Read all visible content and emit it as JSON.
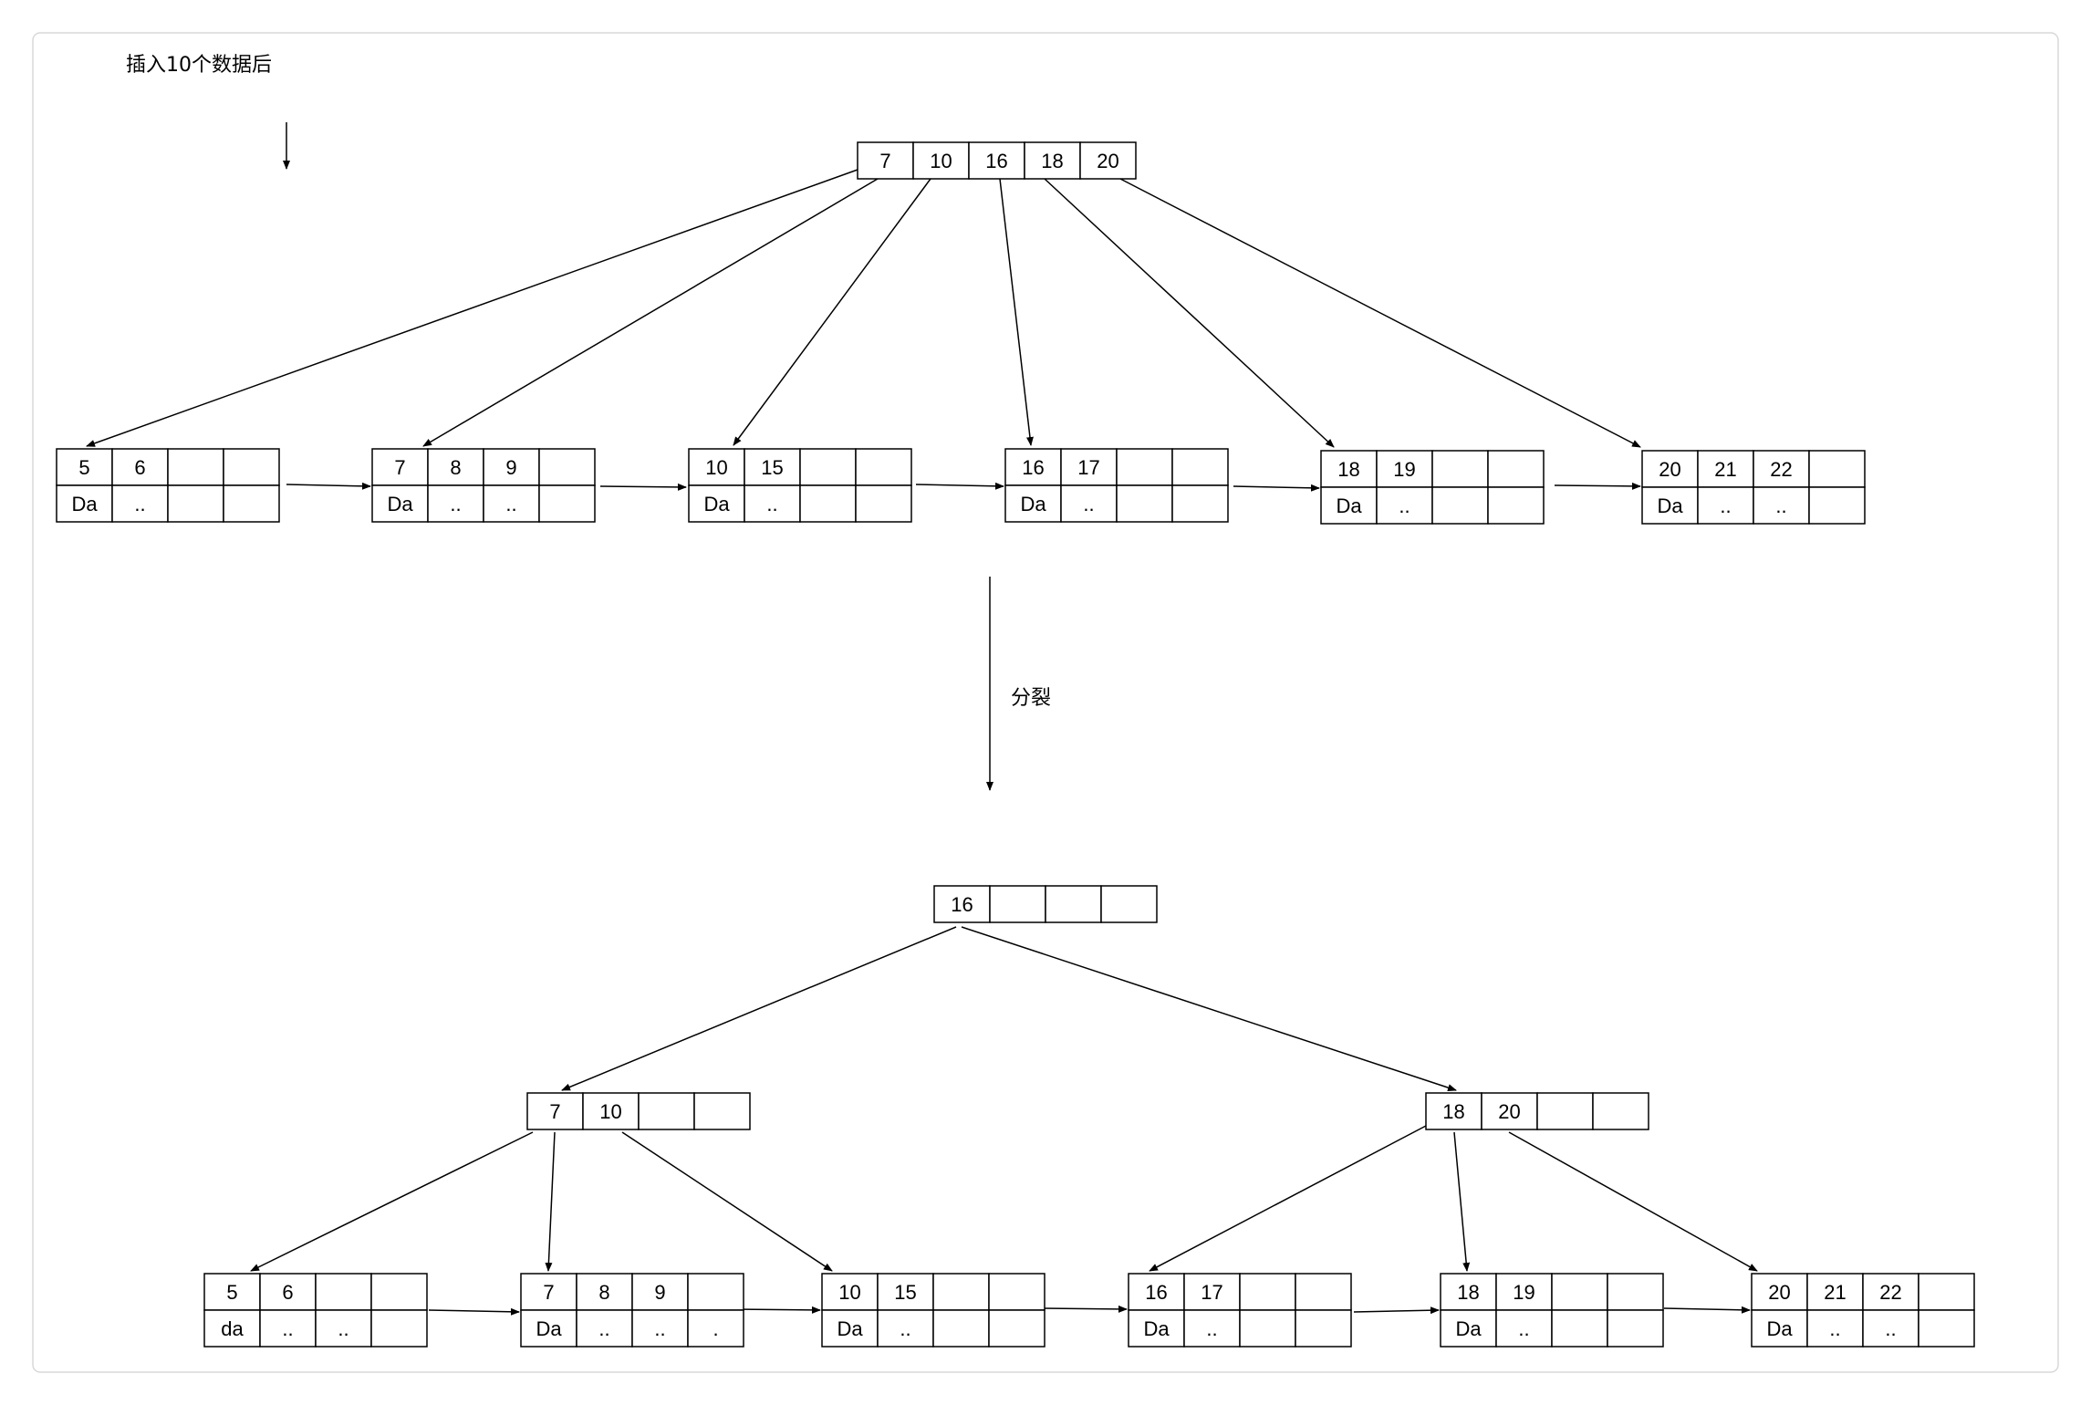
{
  "labels": {
    "top_note": "插入10个数据后",
    "split": "分裂"
  },
  "before": {
    "root": [
      "7",
      "10",
      "16",
      "18",
      "20"
    ],
    "leaves": [
      {
        "keys": [
          "5",
          "6",
          "",
          ""
        ],
        "data": [
          "Da",
          "..",
          "",
          ""
        ]
      },
      {
        "keys": [
          "7",
          "8",
          "9",
          ""
        ],
        "data": [
          "Da",
          "..",
          "..",
          ""
        ]
      },
      {
        "keys": [
          "10",
          "15",
          "",
          ""
        ],
        "data": [
          "Da",
          "..",
          "",
          ""
        ]
      },
      {
        "keys": [
          "16",
          "17",
          "",
          ""
        ],
        "data": [
          "Da",
          "..",
          "",
          ""
        ]
      },
      {
        "keys": [
          "18",
          "19",
          "",
          ""
        ],
        "data": [
          "Da",
          "..",
          "",
          ""
        ]
      },
      {
        "keys": [
          "20",
          "21",
          "22",
          ""
        ],
        "data": [
          "Da",
          "..",
          "..",
          ""
        ]
      }
    ]
  },
  "after": {
    "root": [
      "16",
      "",
      "",
      ""
    ],
    "internal": [
      [
        "7",
        "10",
        "",
        ""
      ],
      [
        "18",
        "20",
        "",
        ""
      ]
    ],
    "leaves": [
      {
        "keys": [
          "5",
          "6",
          "",
          ""
        ],
        "data": [
          "da",
          "..",
          "..",
          ""
        ]
      },
      {
        "keys": [
          "7",
          "8",
          "9",
          ""
        ],
        "data": [
          "Da",
          "..",
          "..",
          "."
        ]
      },
      {
        "keys": [
          "10",
          "15",
          "",
          ""
        ],
        "data": [
          "Da",
          "..",
          "",
          ""
        ]
      },
      {
        "keys": [
          "16",
          "17",
          "",
          ""
        ],
        "data": [
          "Da",
          "..",
          "",
          ""
        ]
      },
      {
        "keys": [
          "18",
          "19",
          "",
          ""
        ],
        "data": [
          "Da",
          "..",
          "",
          ""
        ]
      },
      {
        "keys": [
          "20",
          "21",
          "22",
          ""
        ],
        "data": [
          "Da",
          "..",
          "..",
          ""
        ]
      }
    ]
  }
}
